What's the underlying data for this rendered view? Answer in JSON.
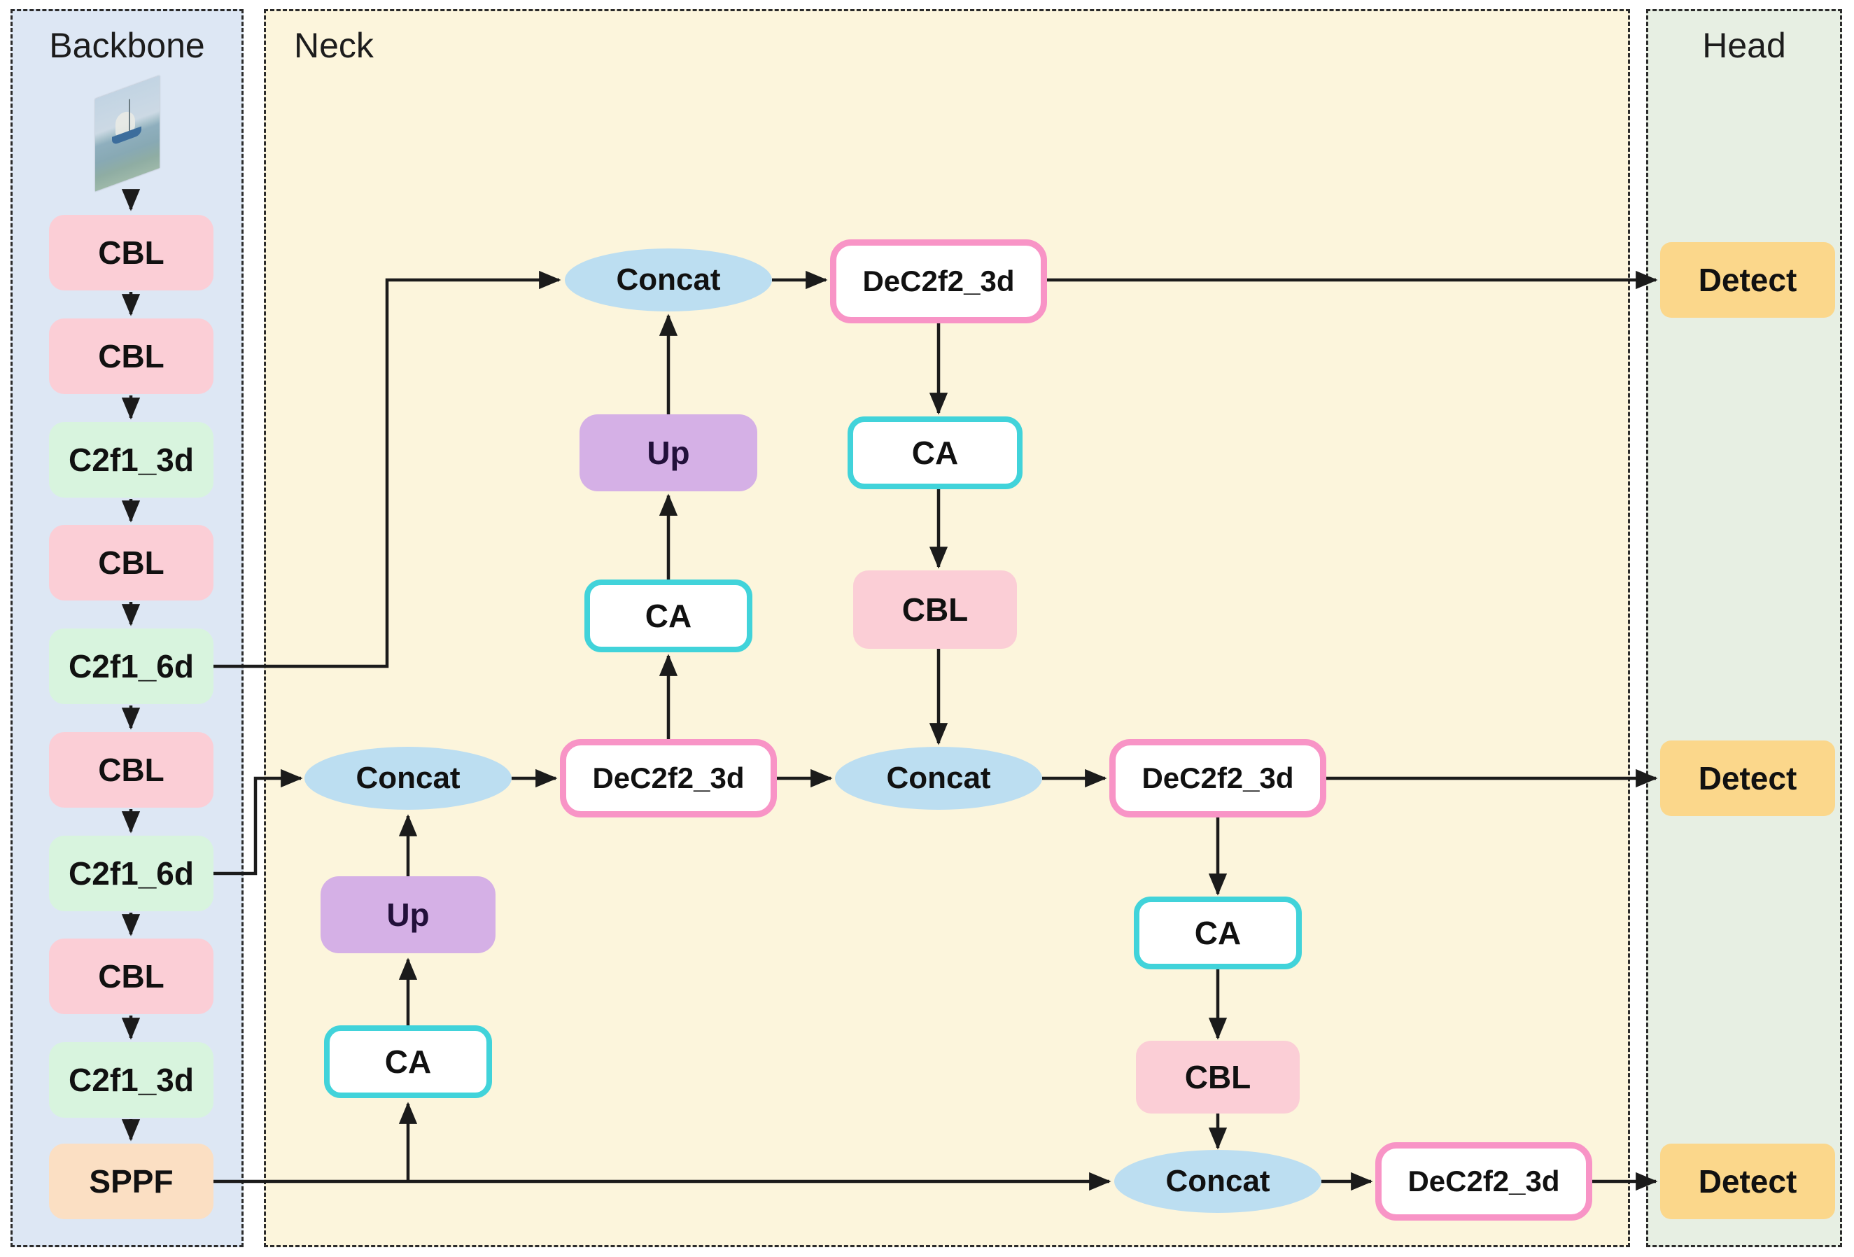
{
  "panels": {
    "backbone": {
      "title": "Backbone"
    },
    "neck": {
      "title": "Neck"
    },
    "head": {
      "title": "Head"
    }
  },
  "input_image": {
    "name": "ship-photo",
    "description": "small fishing boat on the sea"
  },
  "nodes": {
    "b1": {
      "label": "CBL",
      "type": "conv-block"
    },
    "b2": {
      "label": "CBL",
      "type": "conv-block"
    },
    "b3": {
      "label": "C2f1_3d",
      "type": "c2f-block"
    },
    "b4": {
      "label": "CBL",
      "type": "conv-block"
    },
    "b5": {
      "label": "C2f1_6d",
      "type": "c2f-block"
    },
    "b6": {
      "label": "CBL",
      "type": "conv-block"
    },
    "b7": {
      "label": "C2f1_6d",
      "type": "c2f-block"
    },
    "b8": {
      "label": "CBL",
      "type": "conv-block"
    },
    "b9": {
      "label": "C2f1_3d",
      "type": "c2f-block"
    },
    "b10": {
      "label": "SPPF",
      "type": "sppf-block"
    },
    "concat_top": {
      "label": "Concat",
      "type": "concat"
    },
    "dec_top": {
      "label": "DeC2f2_3d",
      "type": "dec2f2"
    },
    "up_top": {
      "label": "Up",
      "type": "upsample"
    },
    "ca_t1": {
      "label": "CA",
      "type": "coord-attention"
    },
    "ca_t2": {
      "label": "CA",
      "type": "coord-attention"
    },
    "cbl_t2": {
      "label": "CBL",
      "type": "conv-block"
    },
    "concat_m1": {
      "label": "Concat",
      "type": "concat"
    },
    "dec_m1": {
      "label": "DeC2f2_3d",
      "type": "dec2f2"
    },
    "concat_m2": {
      "label": "Concat",
      "type": "concat"
    },
    "dec_m2": {
      "label": "DeC2f2_3d",
      "type": "dec2f2"
    },
    "up_b": {
      "label": "Up",
      "type": "upsample"
    },
    "ca_b1": {
      "label": "CA",
      "type": "coord-attention"
    },
    "ca_b2": {
      "label": "CA",
      "type": "coord-attention"
    },
    "cbl_b2": {
      "label": "CBL",
      "type": "conv-block"
    },
    "concat_b": {
      "label": "Concat",
      "type": "concat"
    },
    "dec_b": {
      "label": "DeC2f2_3d",
      "type": "dec2f2"
    },
    "detect_top": {
      "label": "Detect",
      "type": "detect-head"
    },
    "detect_mid": {
      "label": "Detect",
      "type": "detect-head"
    },
    "detect_bot": {
      "label": "Detect",
      "type": "detect-head"
    }
  },
  "colors": {
    "backbone_bg": "#dde7f4",
    "neck_bg": "#fcf5dc",
    "head_bg": "#e7efe3",
    "cbl": "#fbced6",
    "c2f1": "#d8f4de",
    "sppf": "#fbdfc3",
    "concat": "#bcdef1",
    "up": "#d5b0e6",
    "ca_border": "#41d3da",
    "dec_border": "#f894c6",
    "detect": "#fbd78b",
    "arrow": "#1b1b1b",
    "text": "#111111"
  }
}
